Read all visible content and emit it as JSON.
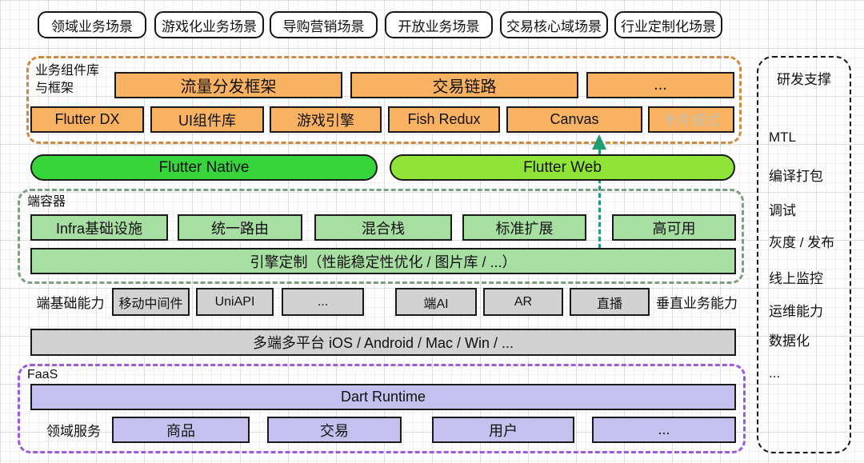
{
  "scenarios": [
    "领域业务场景",
    "游戏化业务场景",
    "导购营销场景",
    "开放业务场景",
    "交易核心域场景",
    "行业定制化场景"
  ],
  "biz": {
    "label_line1": "业务组件库",
    "label_line2": "与框架",
    "frameworks": [
      "流量分发框架",
      "交易链路",
      "..."
    ],
    "components": [
      "Flutter DX",
      "UI组件库",
      "游戏引擎",
      "Fish Redux",
      "Canvas",
      "卡片模式"
    ]
  },
  "runtimes": [
    "Flutter Native",
    "Flutter Web"
  ],
  "container": {
    "label": "端容器",
    "capabilities": [
      "Infra基础设施",
      "统一路由",
      "混合栈",
      "标准扩展",
      "高可用"
    ],
    "engine_bar": "引擎定制（性能稳定性优化 / 图片库 / ...）"
  },
  "base": {
    "left_label": "端基础能力",
    "left_items": [
      "移动中间件",
      "UniAPI",
      "..."
    ],
    "right_items": [
      "端AI",
      "AR",
      "直播"
    ],
    "right_label": "垂直业务能力"
  },
  "platform_bar": "多端多平台 iOS / Android / Mac / Win / ...",
  "faas": {
    "label": "FaaS",
    "runtime_bar": "Dart Runtime",
    "services_label": "领域服务",
    "services": [
      "商品",
      "交易",
      "用户",
      "..."
    ]
  },
  "dev_support": {
    "title": "研发支撑",
    "items": [
      "MTL",
      "编译打包",
      "调试",
      "灰度 / 发布",
      "线上监控",
      "运维能力",
      "数据化",
      "..."
    ]
  },
  "colors": {
    "orange_fill": "#F9B261",
    "orange_dash": "#CE8B40",
    "green_fill": "#A7DEA2",
    "green_dash": "#7E9E80",
    "native_green": "#38D43C",
    "web_green": "#90E437",
    "teal_connector": "#1F9E72",
    "gray_fill": "#D2D2D2",
    "purple_dash": "#9A5BE0",
    "lavender_fill": "#C4C1EF",
    "muted_text": "#C9C0AE"
  }
}
